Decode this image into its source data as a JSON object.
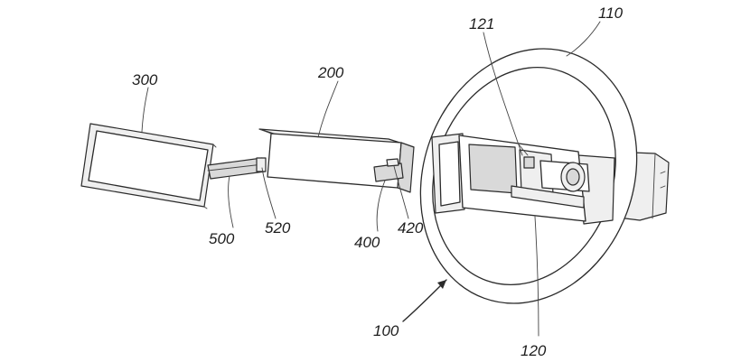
{
  "labels": {
    "steering_wheel": "100",
    "wheel_rim": "110",
    "wheel_hub": "120",
    "hub_slot": "121",
    "mount_module": "200",
    "display_unit": "300",
    "connector": "400",
    "connector_tab": "420",
    "arm": "500",
    "arm_end": "520"
  },
  "colors": {
    "line": "#2b2b2b",
    "fill_shade": "#d9d9d9",
    "fill_light": "#efefef",
    "background": "#ffffff"
  }
}
